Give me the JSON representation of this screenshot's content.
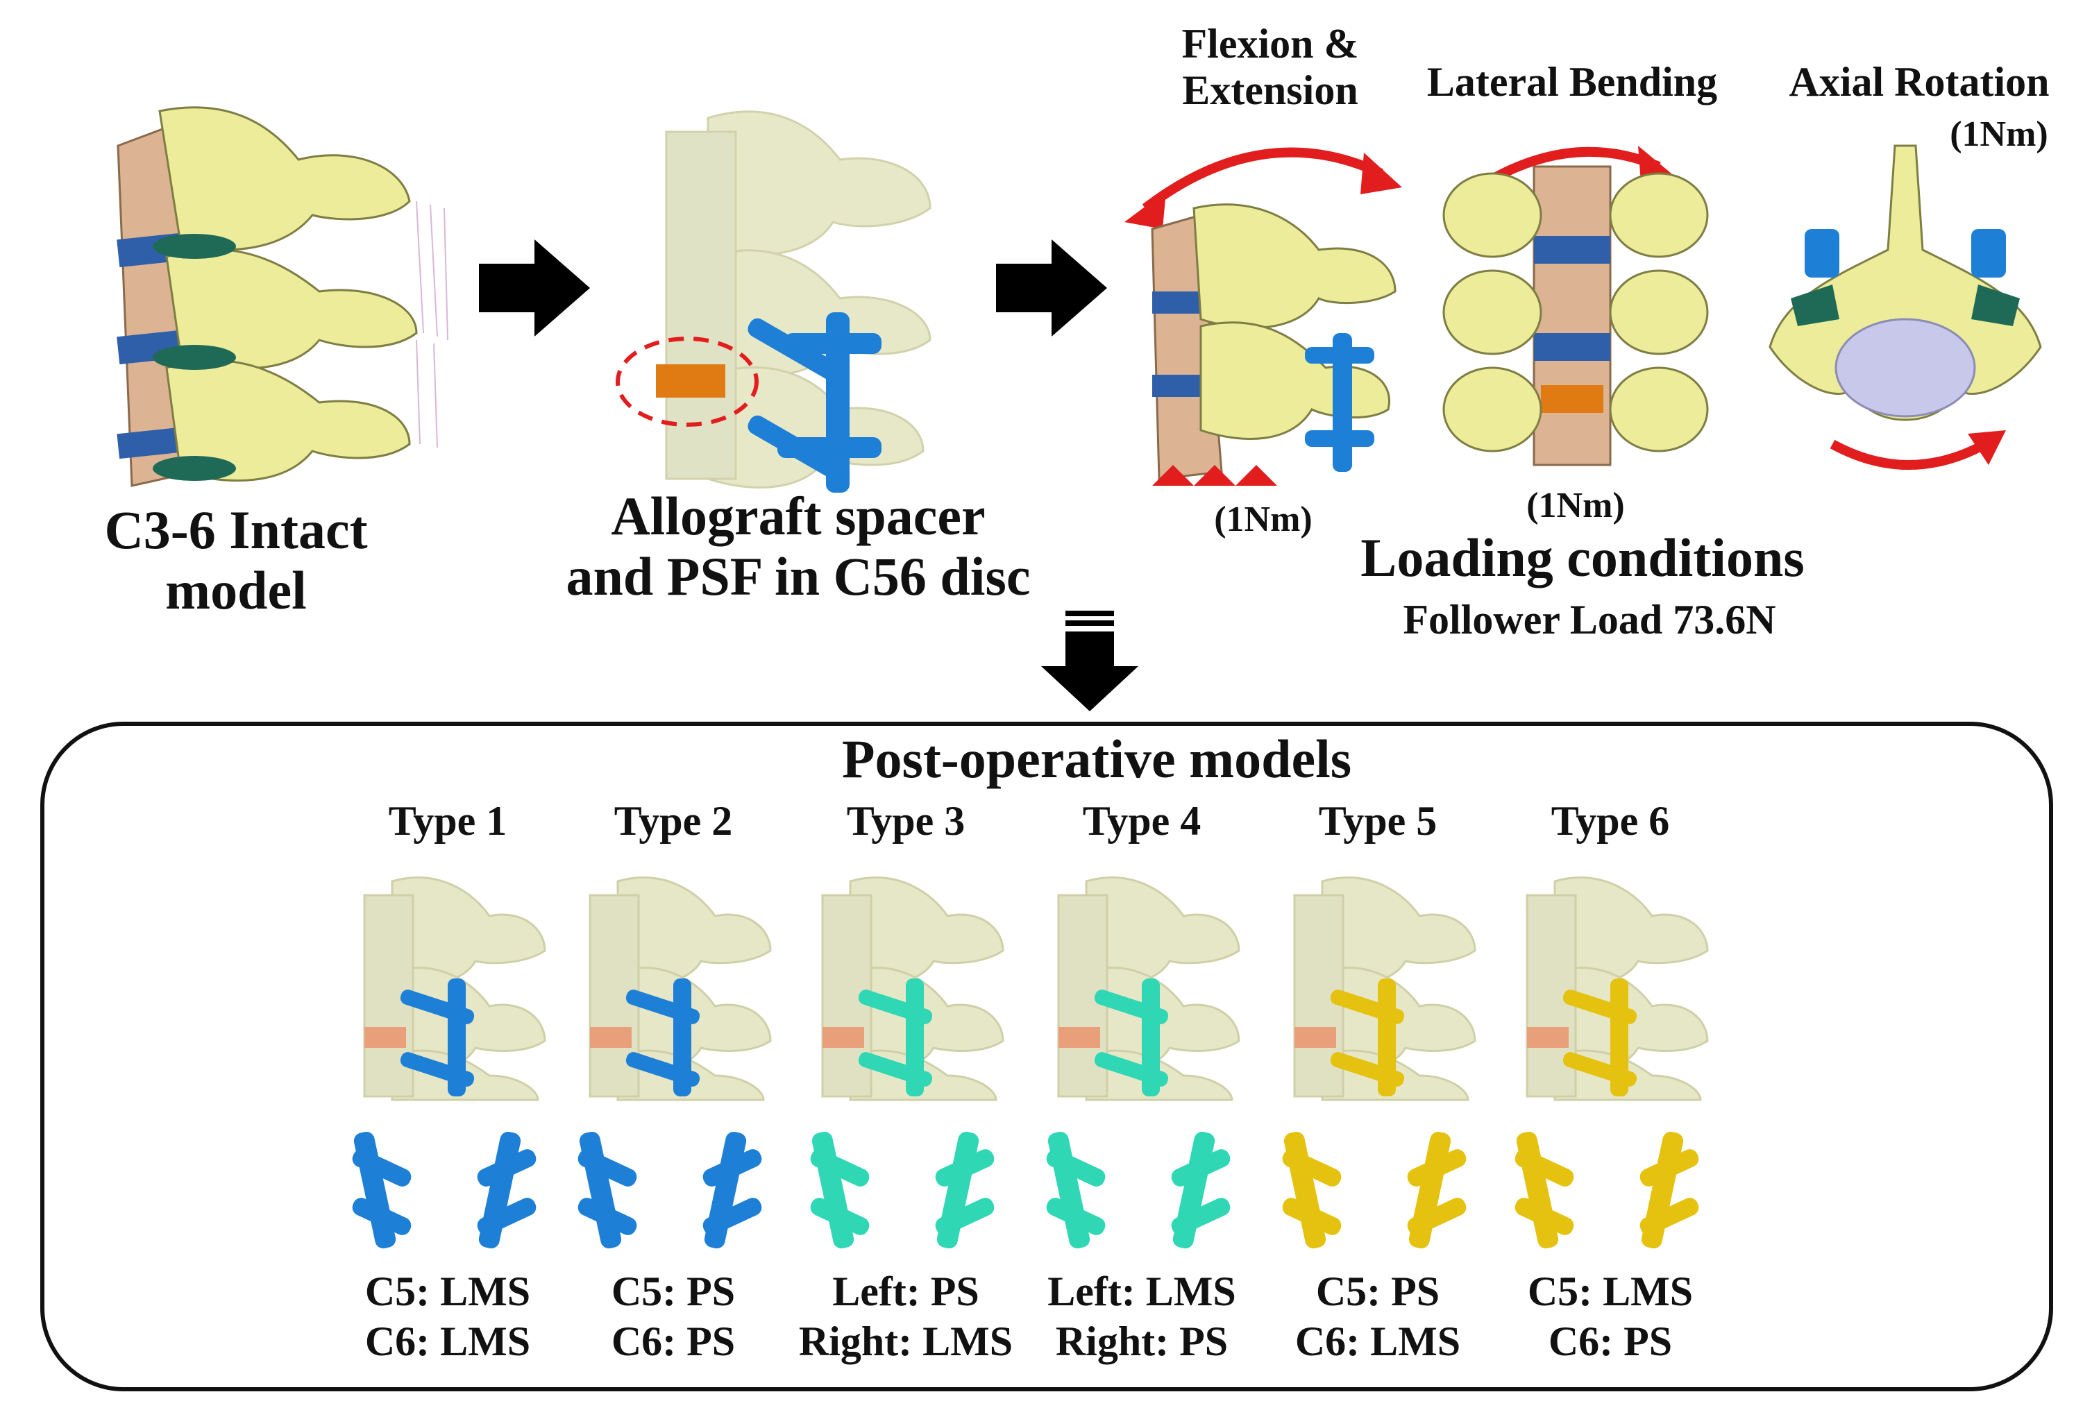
{
  "top": {
    "intact": {
      "line1": "C3-6 Intact",
      "line2": "model"
    },
    "surgery": {
      "line1": "Allograft spacer",
      "line2": "and PSF in C56 disc"
    },
    "flexion": {
      "line1": "Flexion &",
      "line2": "Extension",
      "moment": "(1Nm)"
    },
    "lateral": {
      "title": "Lateral Bending",
      "moment": "(1Nm)"
    },
    "axial": {
      "title": "Axial Rotation",
      "moment": "(1Nm)"
    },
    "loading": {
      "title": "Loading conditions",
      "subtitle": "Follower Load 73.6N"
    }
  },
  "bottom": {
    "title": "Post-operative models",
    "types": [
      {
        "label": "Type 1",
        "line1": "C5: LMS",
        "line2": "C6: LMS",
        "color": "#1e7fd6"
      },
      {
        "label": "Type 2",
        "line1": "C5: PS",
        "line2": "C6: PS",
        "color": "#1e7fd6"
      },
      {
        "label": "Type 3",
        "line1": "Left: PS",
        "line2": "Right: LMS",
        "color": "#2fd7b4"
      },
      {
        "label": "Type 4",
        "line1": "Left: LMS",
        "line2": "Right: PS",
        "color": "#2fd7b4"
      },
      {
        "label": "Type 5",
        "line1": "C5: PS",
        "line2": "C6: LMS",
        "color": "#e5c20f"
      },
      {
        "label": "Type 6",
        "line1": "C5: LMS",
        "line2": "C6: PS",
        "color": "#e5c20f"
      }
    ]
  },
  "colors": {
    "bone": "#ecec9a",
    "bone_dark": "#b9b96a",
    "bone_ghost": "#e6e7c6",
    "disc": "#2f5fa8",
    "ligament": "#1f6a57",
    "body": "#dcb393",
    "spacer": "#e07a12",
    "arrow_red": "#e21d1d",
    "arrow_black": "#000000"
  }
}
